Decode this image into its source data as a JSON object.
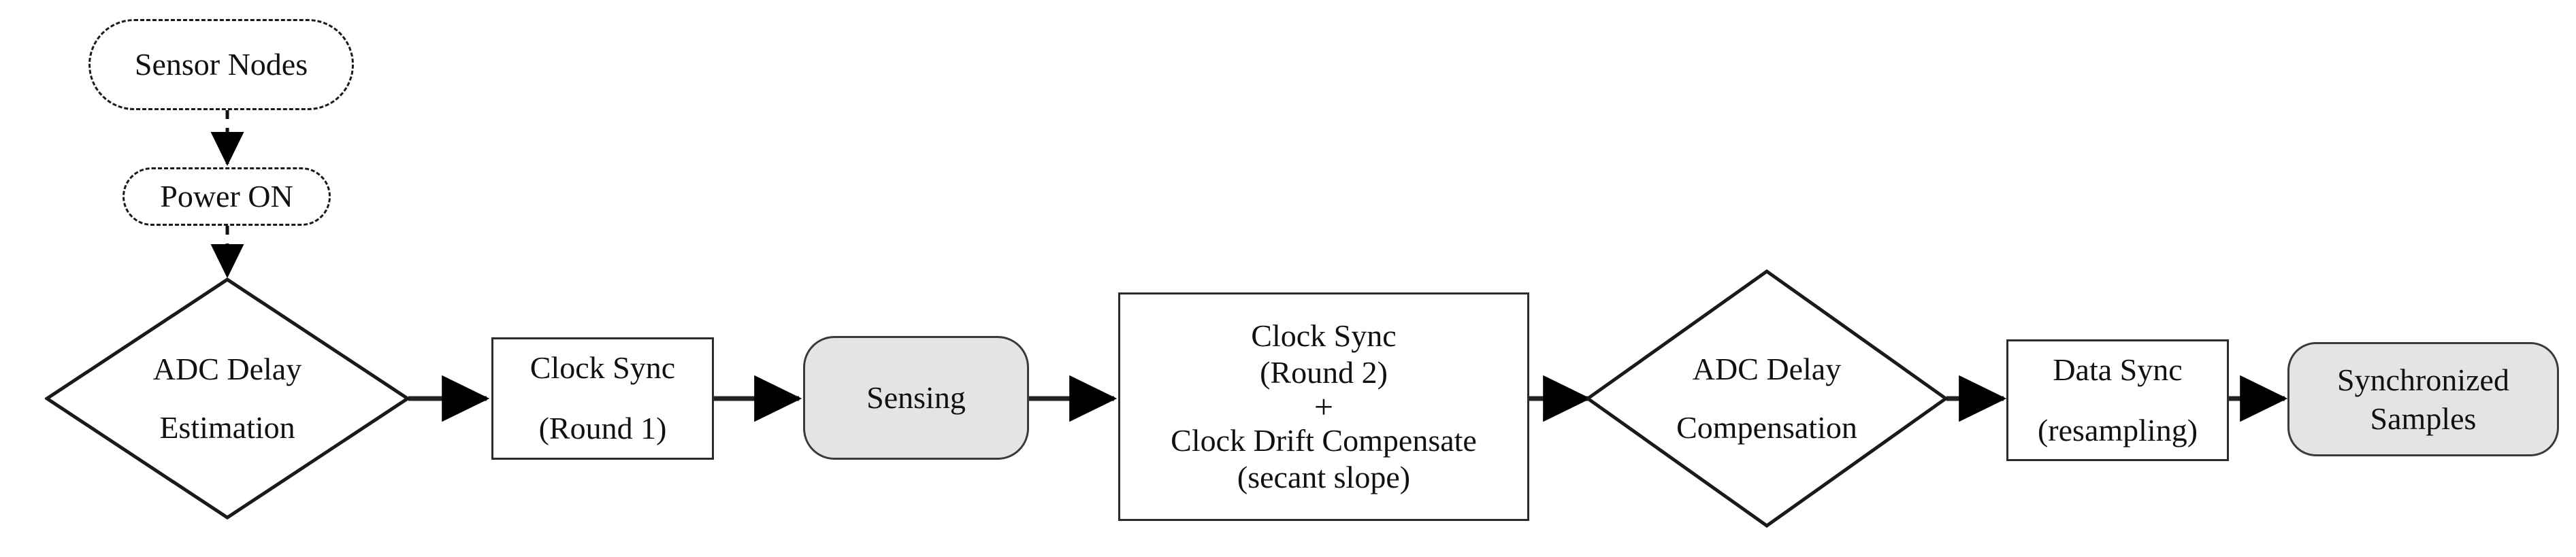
{
  "diagram": {
    "type": "flowchart",
    "orientation": "left-to-right with vertical start branch",
    "background_color": "#ffffff",
    "fill_gray": "#e4e4e4",
    "stroke_color": "#1a1a1a",
    "nodes": [
      {
        "id": "sensor-nodes",
        "shape": "rounded-dashed-terminator",
        "lines": [
          "Sensor Nodes"
        ]
      },
      {
        "id": "power-on",
        "shape": "rounded-dashed-terminator",
        "lines": [
          "Power ON"
        ]
      },
      {
        "id": "adc-delay-estimation",
        "shape": "diamond",
        "lines": [
          "ADC Delay",
          "Estimation"
        ]
      },
      {
        "id": "clock-sync-round-1",
        "shape": "rectangle",
        "lines": [
          "Clock Sync",
          "(Round 1)"
        ]
      },
      {
        "id": "sensing",
        "shape": "rounded-filled",
        "lines": [
          "Sensing"
        ]
      },
      {
        "id": "clock-sync-round-2",
        "shape": "rectangle",
        "lines": [
          "Clock Sync",
          "(Round 2)",
          "+",
          "Clock Drift Compensate",
          "(secant slope)"
        ]
      },
      {
        "id": "adc-delay-compensation",
        "shape": "diamond",
        "lines": [
          "ADC Delay",
          "Compensation"
        ]
      },
      {
        "id": "data-sync",
        "shape": "rectangle",
        "lines": [
          "Data Sync",
          "(resampling)"
        ]
      },
      {
        "id": "synchronized-samples",
        "shape": "rounded-filled",
        "lines": [
          "Synchronized",
          "Samples"
        ]
      }
    ],
    "edges": [
      {
        "from": "sensor-nodes",
        "to": "power-on",
        "style": "dashed",
        "direction": "down"
      },
      {
        "from": "power-on",
        "to": "adc-delay-estimation",
        "style": "dashed",
        "direction": "down"
      },
      {
        "from": "adc-delay-estimation",
        "to": "clock-sync-round-1",
        "style": "solid",
        "direction": "right"
      },
      {
        "from": "clock-sync-round-1",
        "to": "sensing",
        "style": "solid",
        "direction": "right"
      },
      {
        "from": "sensing",
        "to": "clock-sync-round-2",
        "style": "solid",
        "direction": "right"
      },
      {
        "from": "clock-sync-round-2",
        "to": "adc-delay-compensation",
        "style": "solid",
        "direction": "right"
      },
      {
        "from": "adc-delay-compensation",
        "to": "data-sync",
        "style": "solid",
        "direction": "right"
      },
      {
        "from": "data-sync",
        "to": "synchronized-samples",
        "style": "solid",
        "direction": "right"
      }
    ]
  },
  "labels": {
    "sensor_nodes": "Sensor Nodes",
    "power_on": "Power ON",
    "adc_delay_estimation_l1": "ADC Delay",
    "adc_delay_estimation_l2": "Estimation",
    "clock_sync_1_l1": "Clock Sync",
    "clock_sync_1_l2": "(Round 1)",
    "sensing": "Sensing",
    "clock_sync_2_l1": "Clock Sync",
    "clock_sync_2_l2": "(Round 2)",
    "clock_sync_2_l3": "+",
    "clock_sync_2_l4": "Clock Drift Compensate",
    "clock_sync_2_l5": "(secant slope)",
    "adc_delay_comp_l1": "ADC Delay",
    "adc_delay_comp_l2": "Compensation",
    "data_sync_l1": "Data Sync",
    "data_sync_l2": "(resampling)",
    "synchronized_samples_l1": "Synchronized",
    "synchronized_samples_l2": "Samples"
  }
}
